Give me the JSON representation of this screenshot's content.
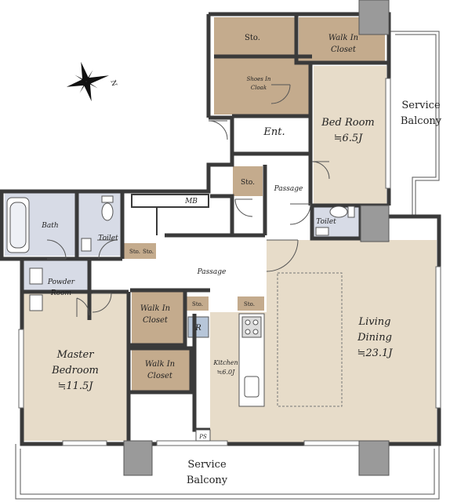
{
  "colors": {
    "bedroom_fill": "#e7dcc9",
    "storage_fill": "#c4ab8d",
    "wet_fill": "#d7dbe6",
    "wall": "#3a3a3a",
    "column": "#9a9a9a",
    "floor": "#ffffff"
  },
  "compass": {
    "north_label": "N",
    "icon": "compass-rose-icon"
  },
  "rooms": {
    "sto_top": "Sto.",
    "walkin_top_1": "Walk In",
    "walkin_top_2": "Closet",
    "shoes_1": "Shoes In",
    "shoes_2": "Cloak",
    "ent": "Ent.",
    "bed_1": "Bed Room",
    "bed_2": "≒6.5J",
    "service_top_1": "Service",
    "service_top_2": "Balcony",
    "sto_mid": "Sto.",
    "passage_upper": "Passage",
    "mb": "MB",
    "toilet_right": "Toilet",
    "bath": "Bath",
    "toilet_left": "Toilet",
    "sto_small_1": "Sto.",
    "sto_small_2": "Sto.",
    "passage_lower": "Passage",
    "powder_1": "Powder",
    "powder_2": "Room",
    "walkin_mid_1": "Walk In",
    "walkin_mid_2": "Closet",
    "sto_k1": "Sto.",
    "sto_k2": "Sto.",
    "refrigerator": "R",
    "walkin_low_1": "Walk In",
    "walkin_low_2": "Closet",
    "kitchen_1": "Kitchen",
    "kitchen_2": "≒6.0J",
    "master_1": "Master",
    "master_2": "Bedroom",
    "master_3": "≒11.5J",
    "living_1": "Living",
    "living_2": "Dining",
    "living_3": "≒23.1J",
    "ps": "PS",
    "service_bottom_1": "Service",
    "service_bottom_2": "Balcony"
  }
}
